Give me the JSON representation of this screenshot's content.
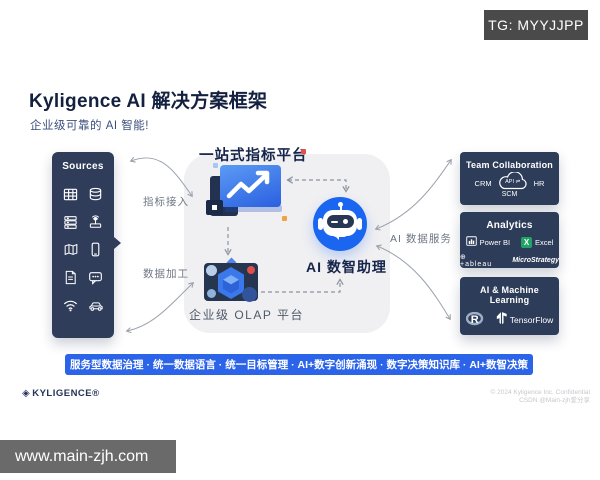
{
  "badge": {
    "text": "TG: MYYJJPP"
  },
  "header": {
    "title": "Kyligence AI 解决方案框架",
    "subtitle": "企业级可靠的 AI 智能!"
  },
  "sources": {
    "title": "Sources",
    "icons": [
      "table",
      "database",
      "server",
      "signal-tower",
      "map",
      "smartphone",
      "document",
      "chat",
      "wifi",
      "car"
    ]
  },
  "flow": {
    "metric_access": "指标接入",
    "data_processing": "数据加工",
    "ai_data_service": "AI 数据服务"
  },
  "platform": {
    "metrics_platform": "一站式指标平台",
    "olap_platform": "企业级 OLAP 平台",
    "ai_assistant": "AI 数智助理"
  },
  "panels": {
    "team": {
      "title": "Team Collaboration",
      "crm": "CRM",
      "api": "API ⇌",
      "hr": "HR",
      "scm": "SCM"
    },
    "analytics": {
      "title": "Analytics",
      "powerbi": "Power BI",
      "excel": "Excel",
      "excel_x": "X",
      "tableau": "⊕ +ableau",
      "microstrategy": "MicroStrategy"
    },
    "aiml": {
      "title": "AI & Machine Learning",
      "r": "R",
      "tensorflow": "TensorFlow"
    }
  },
  "banner": {
    "text": "服务型数据治理 · 统一数据语言 · 统一目标管理 · AI+数字创新涌现 · 数字决策知识库 · AI+数智决策"
  },
  "footer": {
    "brand_mark": "◈",
    "brand": "KYLIGENCE®",
    "copyright": "© 2024 Kyligence Inc. Confidential",
    "csdn_watermark": "CSDN @Main-zjh爱分享",
    "url": "www.main-zjh.com"
  },
  "colors": {
    "navy_panel": "#2d3c58",
    "robot_blue": "#1b66f1",
    "banner_blue": "#2b63e9",
    "title_navy": "#13203f",
    "chart_blue": "#2a5fe0",
    "excel_green": "#21a366",
    "badge_gray": "#4a4a4a",
    "url_bar_gray": "#6a6a6a"
  }
}
